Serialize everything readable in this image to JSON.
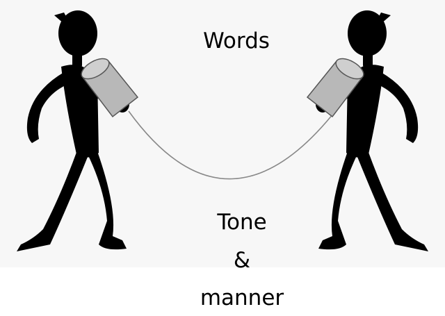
{
  "labels": {
    "words": "Words",
    "tone": "Tone",
    "ampersand": "&",
    "manner": "manner"
  },
  "colors": {
    "figure": "#000000",
    "can": "#b8b8b8",
    "can_outline": "#555555",
    "string": "#888888",
    "panel_bg": "#f7f7f7",
    "page_bg": "#ffffff"
  }
}
